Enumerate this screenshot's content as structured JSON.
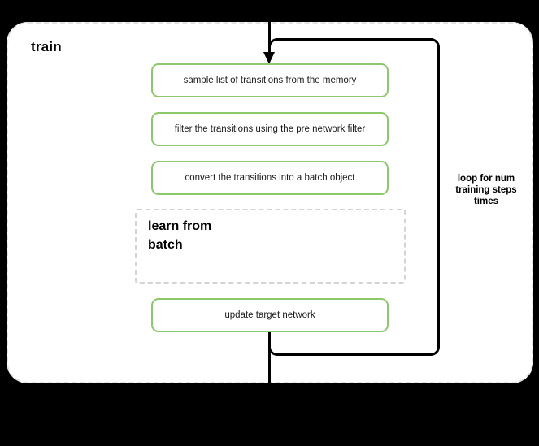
{
  "diagram": {
    "title": "train",
    "background_color": "#000000",
    "container": {
      "label": "train",
      "border_style": "dashed",
      "border_color": "#e2e2e2",
      "fill_color": "#ffffff"
    },
    "accent_color": "#8cc96b",
    "line_color": "#000000",
    "steps": [
      {
        "id": "sample",
        "label": "sample list of transitions from the memory"
      },
      {
        "id": "filter",
        "label": "filter the transitions using the pre network filter"
      },
      {
        "id": "convert",
        "label": "convert the transitions into a batch object"
      },
      {
        "id": "update",
        "label": "update target network"
      }
    ],
    "subgroup": {
      "id": "learn-from-batch",
      "label": "learn from\nbatch",
      "border_style": "dashed",
      "border_color": "#d4d4d4"
    },
    "loop": {
      "label": "loop for num\ntraining steps\ntimes"
    }
  }
}
